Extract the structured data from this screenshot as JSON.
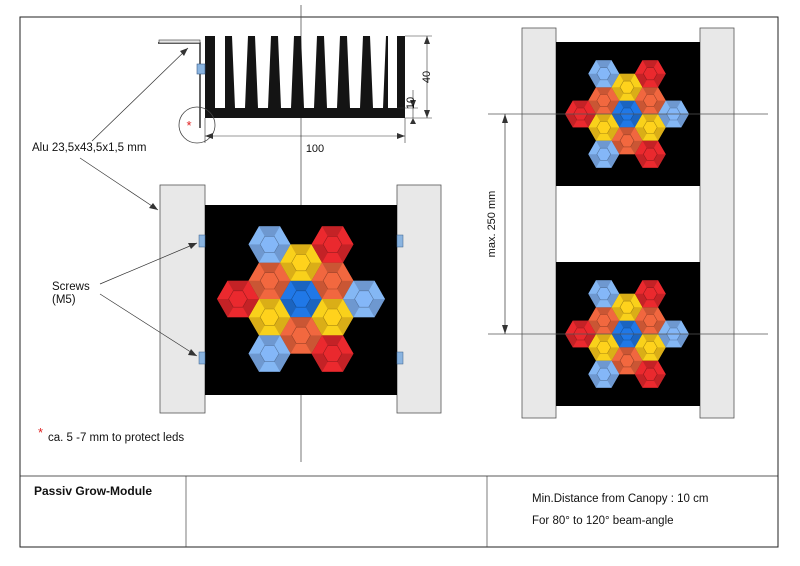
{
  "labels": {
    "alu_profile": "Alu 23,5x43,5x1,5 mm",
    "screws_line1": "Screws",
    "screws_line2": "(M5)",
    "asterisk": "*",
    "protect_note": "ca. 5 -7 mm to protect leds",
    "max_distance": "max. 250 mm"
  },
  "dimensions": {
    "width": "100",
    "height": "40",
    "fin_base": "10"
  },
  "title_block": {
    "title": "Passiv Grow-Module",
    "note_line1": "Min.Distance from Canopy : 10 cm",
    "note_line2": "For 80° to 120° beam-angle"
  },
  "colors": {
    "led_red": "#d9262b",
    "led_orange": "#e0603a",
    "led_yellow": "#f2c21a",
    "led_blue": "#1e6fd6",
    "led_lightblue": "#7aa9e6",
    "panel": "#000000",
    "rail": "#e6e6e6",
    "asterisk": "#e02020"
  },
  "led_layout": [
    {
      "ring": "center",
      "color": "led_blue"
    },
    {
      "ring": "inner",
      "colors": [
        "led_yellow",
        "led_orange",
        "led_yellow",
        "led_orange",
        "led_yellow",
        "led_orange"
      ]
    },
    {
      "ring": "outer",
      "colors": [
        "led_red",
        "led_lightblue",
        "led_red",
        "led_lightblue",
        "led_red",
        "led_lightblue"
      ]
    }
  ]
}
